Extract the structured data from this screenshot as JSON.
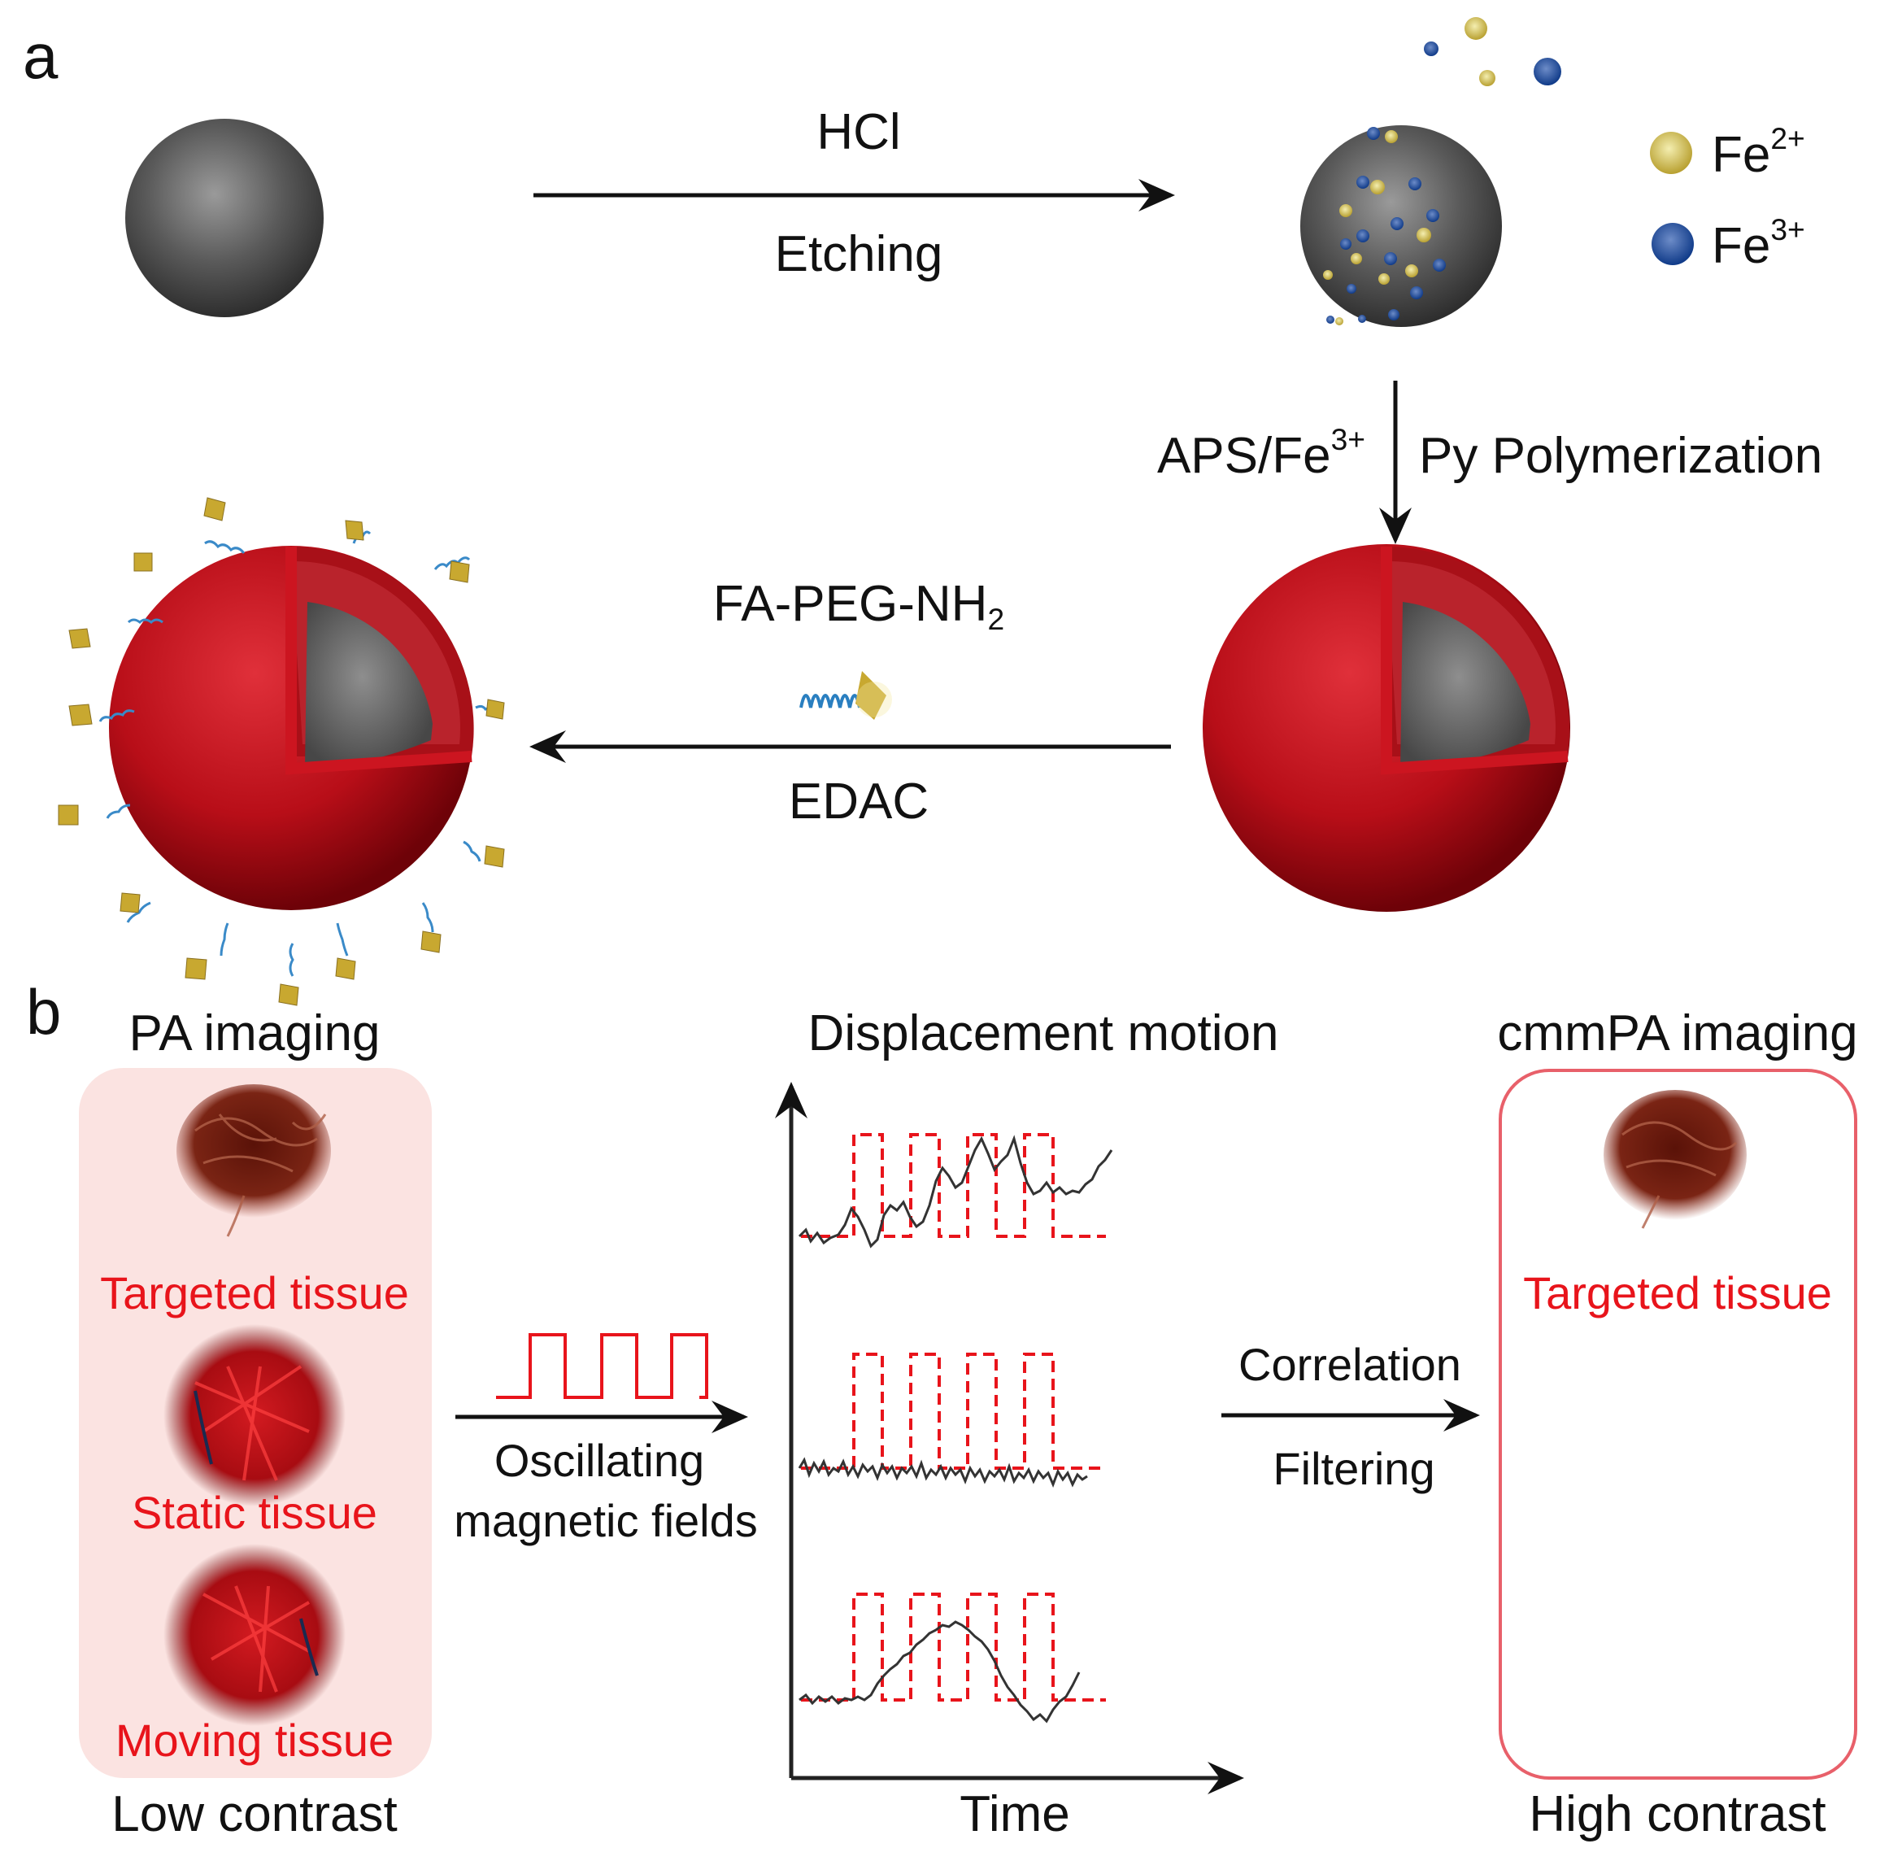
{
  "panel_a": {
    "label": "a",
    "step1": {
      "reagent": "HCl",
      "process": "Etching"
    },
    "step2": {
      "reagent": "APS/Fe",
      "reagent_sup": "3+",
      "process": "Py Polymerization"
    },
    "step3": {
      "reagent": "FA-PEG-NH",
      "reagent_sub": "2",
      "process": "EDAC",
      "icon": "fa-peg-molecule-icon"
    },
    "legend": [
      {
        "label": "Fe",
        "sup": "2+",
        "color": "#d8c850"
      },
      {
        "label": "Fe",
        "sup": "3+",
        "color": "#1f4fa0"
      }
    ],
    "particles": [
      {
        "name": "magnetic-core-sphere",
        "color": "#4a4a4a"
      },
      {
        "name": "etched-core-with-iron-ions",
        "color": "#4a4a4a"
      },
      {
        "name": "polypyrrole-coated-core-shell",
        "shell_color": "#c0101a",
        "core_color": "#555555"
      },
      {
        "name": "folate-peg-functionalized-nanoparticle",
        "shell_color": "#c0101a",
        "ligand_color": "#c8a830"
      }
    ]
  },
  "panel_b": {
    "label": "b",
    "left": {
      "title": "PA imaging",
      "items": [
        "Targeted tissue",
        "Static tissue",
        "Moving tissue"
      ],
      "footer": "Low contrast",
      "box_color": "#fbe3e1"
    },
    "arrow1": {
      "label_line1": "Oscillating",
      "label_line2": "magnetic fields",
      "icon": "square-wave-icon"
    },
    "chart": {
      "title": "Displacement motion",
      "xlabel": "Time",
      "traces": [
        "targeted-tissue-trace",
        "static-tissue-trace",
        "moving-tissue-trace"
      ]
    },
    "arrow2": {
      "label_top": "Correlation",
      "label_bottom": "Filtering"
    },
    "right": {
      "title": "cmmPA imaging",
      "items": [
        "Targeted tissue"
      ],
      "footer": "High contrast",
      "border_color": "#e8606a"
    }
  },
  "colors": {
    "accent_red": "#e8141b",
    "wave_red": "#e8141b",
    "trace": "#333333"
  }
}
